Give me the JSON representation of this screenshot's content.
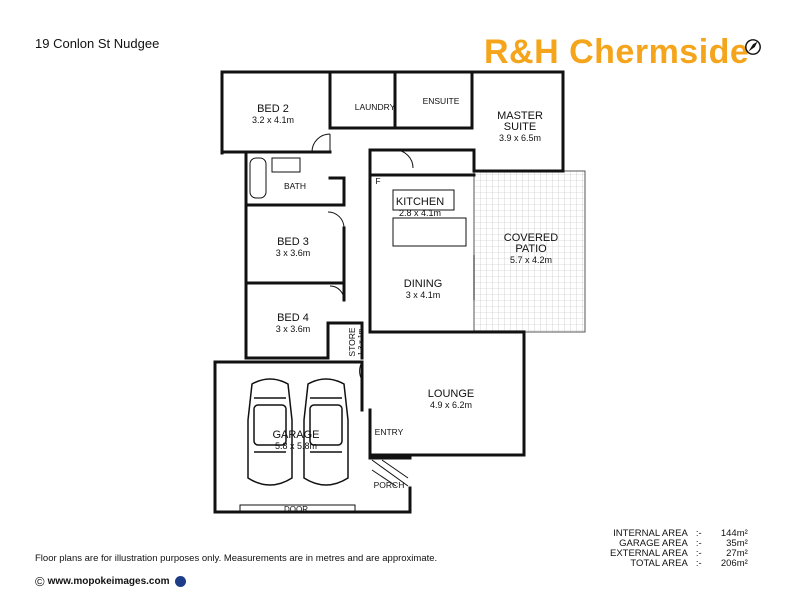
{
  "header": {
    "address": "19 Conlon St Nudgee",
    "brand": "R&H Chermside",
    "brand_icon": "compass-icon"
  },
  "rooms": {
    "bed2": {
      "name": "BED 2",
      "dims": "3.2 x 4.1m"
    },
    "laundry": {
      "name": "LAUNDRY"
    },
    "ensuite": {
      "name": "ENSUITE"
    },
    "master": {
      "name1": "MASTER",
      "name2": "SUITE",
      "dims": "3.9 x 6.5m"
    },
    "bath": {
      "name": "BATH"
    },
    "kitchen": {
      "name": "KITCHEN",
      "dims": "2.8 x 4.1m",
      "fridge": "F"
    },
    "patio": {
      "name1": "COVERED",
      "name2": "PATIO",
      "dims": "5.7 x 4.2m"
    },
    "bed3": {
      "name": "BED 3",
      "dims": "3 x 3.6m"
    },
    "dining": {
      "name": "DINING",
      "dims": "3 x 4.1m"
    },
    "bed4": {
      "name": "BED 4",
      "dims": "3 x 3.6m"
    },
    "store": {
      "name": "STORE",
      "dims": "1.3 x 1m"
    },
    "lounge": {
      "name": "LOUNGE",
      "dims": "4.9 x 6.2m"
    },
    "garage": {
      "name": "GARAGE",
      "dims": "5.8 x 5.8m",
      "door": "DOOR"
    },
    "entry": {
      "name": "ENTRY"
    },
    "porch": {
      "name": "PORCH"
    }
  },
  "footer": {
    "disclaimer": "Floor plans are for illustration purposes only. Measurements are in metres and are approximate.",
    "copyright": "©",
    "website": "www.mopokeimages.com"
  },
  "areas": [
    {
      "label": "INTERNAL AREA",
      "sep": ":-",
      "value": "144m²"
    },
    {
      "label": "GARAGE AREA",
      "sep": ":-",
      "value": "35m²"
    },
    {
      "label": "EXTERNAL AREA",
      "sep": ":-",
      "value": "27m²"
    },
    {
      "label": "TOTAL AREA",
      "sep": ":-",
      "value": "206m²"
    }
  ],
  "colors": {
    "brand": "#f4a51c",
    "wall": "#111111",
    "patio_grid": "#bbbbbb"
  }
}
